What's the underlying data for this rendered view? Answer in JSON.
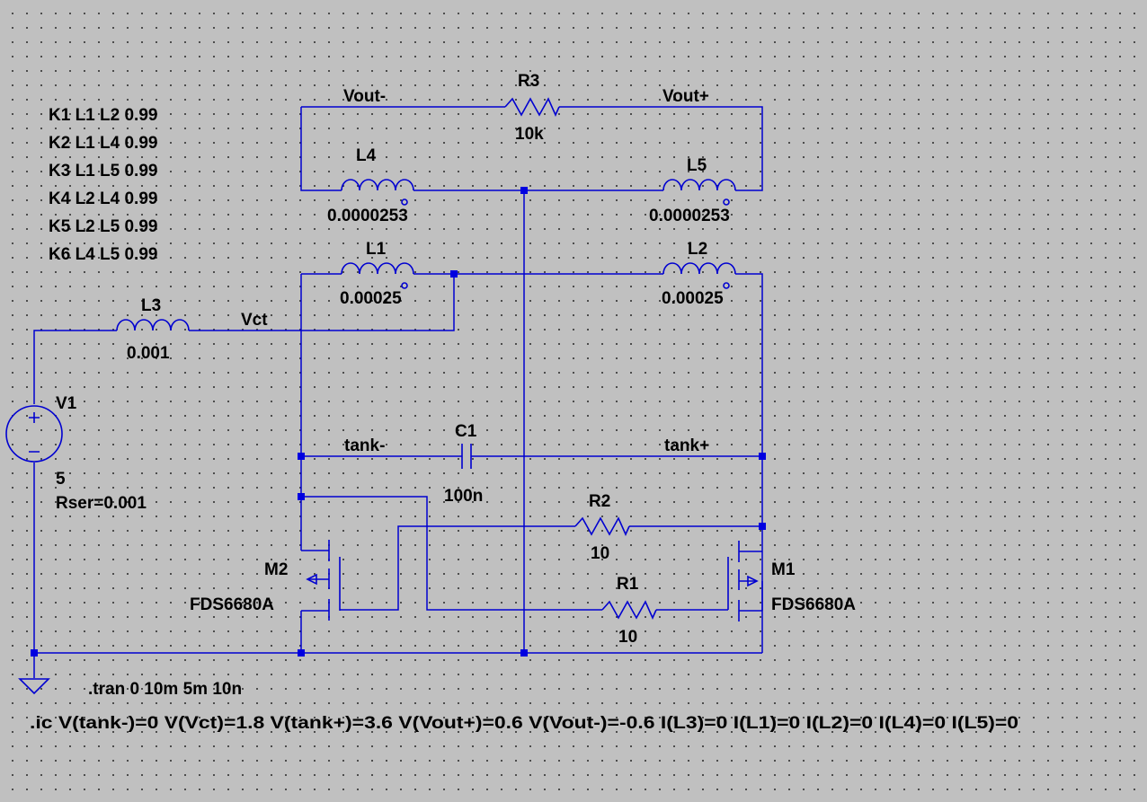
{
  "net_labels": {
    "vout_minus": "Vout-",
    "vout_plus": "Vout+",
    "vct": "Vct",
    "tank_minus": "tank-",
    "tank_plus": "tank+"
  },
  "components": {
    "R3": {
      "name": "R3",
      "value": "10k"
    },
    "L4": {
      "name": "L4",
      "value": "0.0000253"
    },
    "L5": {
      "name": "L5",
      "value": "0.0000253"
    },
    "L1": {
      "name": "L1",
      "value": "0.00025"
    },
    "L2": {
      "name": "L2",
      "value": "0.00025"
    },
    "L3": {
      "name": "L3",
      "value": "0.001"
    },
    "V1": {
      "name": "V1",
      "value": "5",
      "param": "Rser=0.001"
    },
    "C1": {
      "name": "C1",
      "value": "100n"
    },
    "R2": {
      "name": "R2",
      "value": "10"
    },
    "R1": {
      "name": "R1",
      "value": "10"
    },
    "M2": {
      "name": "M2",
      "model": "FDS6680A"
    },
    "M1": {
      "name": "M1",
      "model": "FDS6680A"
    }
  },
  "coupling": [
    "K1 L1 L2 0.99",
    "K2 L1 L4 0.99",
    "K3 L1 L5 0.99",
    "K4 L2 L4 0.99",
    "K5 L2 L5 0.99",
    "K6 L4 L5 0.99"
  ],
  "directives": {
    "tran": ".tran 0 10m 5m 10n",
    "ic": ".ic V(tank-)=0 V(Vct)=1.8 V(tank+)=3.6 V(Vout+)=0.6 V(Vout-)=-0.6 I(L3)=0 I(L1)=0 I(L2)=0 I(L4)=0 I(L5)=0"
  },
  "colors": {
    "wire": "#0000d0",
    "background": "#c0c0c0",
    "text": "#000000"
  }
}
